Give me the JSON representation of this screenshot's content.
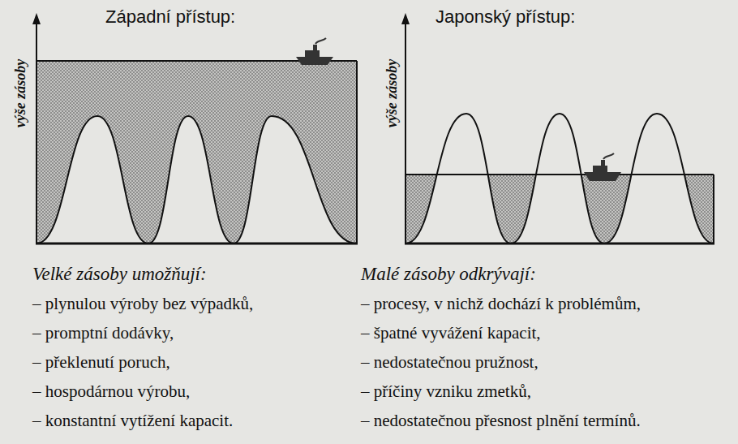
{
  "diagram": {
    "labels": [
      "Západní přístup:",
      "výše zásoby",
      "Velké zásoby umožňují:",
      "– plynulou výroby bez výpadků,",
      "– promptní dodávky,",
      "– překlenutí poruch,",
      "– hospodárnou výrobu,",
      "– konstantní vytížení kapacit.",
      "Japonský přístup:",
      "výše zásoby",
      "Malé zásoby odkrývají:",
      "– procesy, v nichž dochází k problémům,",
      "– špatné vyvážení kapacit,",
      "– nedostatečnou pružnost,",
      "– příčiny vzniku zmetků,",
      "– nedostatečnou přesnost plnění termínů."
    ]
  }
}
